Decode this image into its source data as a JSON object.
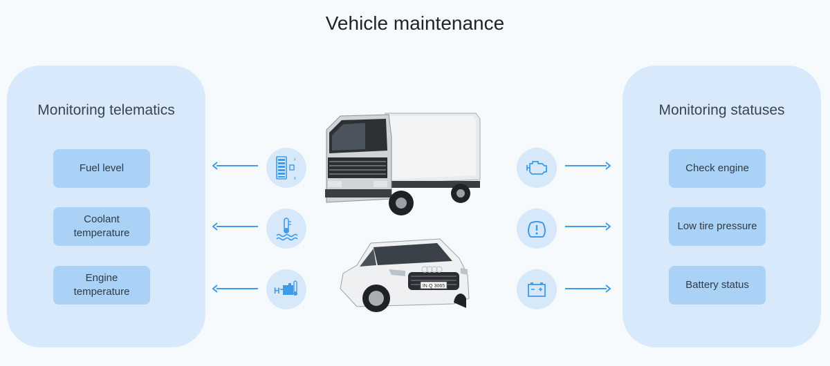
{
  "title": "Vehicle maintenance",
  "left_panel": {
    "heading": "Monitoring telematics",
    "items": [
      {
        "label": "Fuel level",
        "icon": "fuel-gauge-icon"
      },
      {
        "label": "Coolant temperature",
        "icon": "coolant-temperature-icon"
      },
      {
        "label": "Engine temperature",
        "icon": "engine-temperature-icon"
      }
    ]
  },
  "right_panel": {
    "heading": "Monitoring statuses",
    "items": [
      {
        "label": "Check engine",
        "icon": "check-engine-icon"
      },
      {
        "label": "Low tire pressure",
        "icon": "tire-pressure-icon"
      },
      {
        "label": "Battery status",
        "icon": "battery-icon"
      }
    ]
  },
  "license_plate": "IN·Q 3065",
  "colors": {
    "accent": "#3d9be9",
    "panel": "#d8e9fb",
    "pill": "#a9d2f6",
    "icon_bg": "#d6e8fa"
  }
}
